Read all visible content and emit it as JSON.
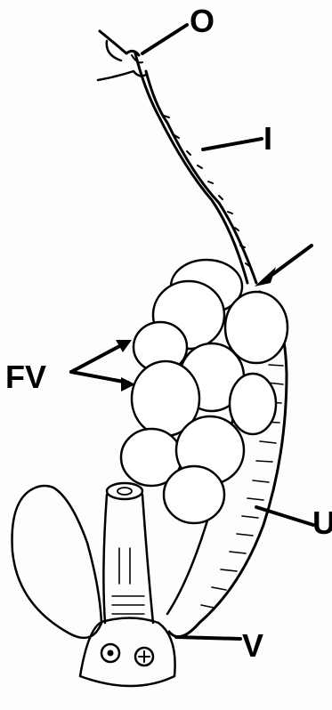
{
  "labels": {
    "o": "O",
    "i": "I",
    "fv": "FV",
    "u": "U",
    "v": "V"
  },
  "colors": {
    "ink": "#000000",
    "paper": "#fdfdfd"
  }
}
